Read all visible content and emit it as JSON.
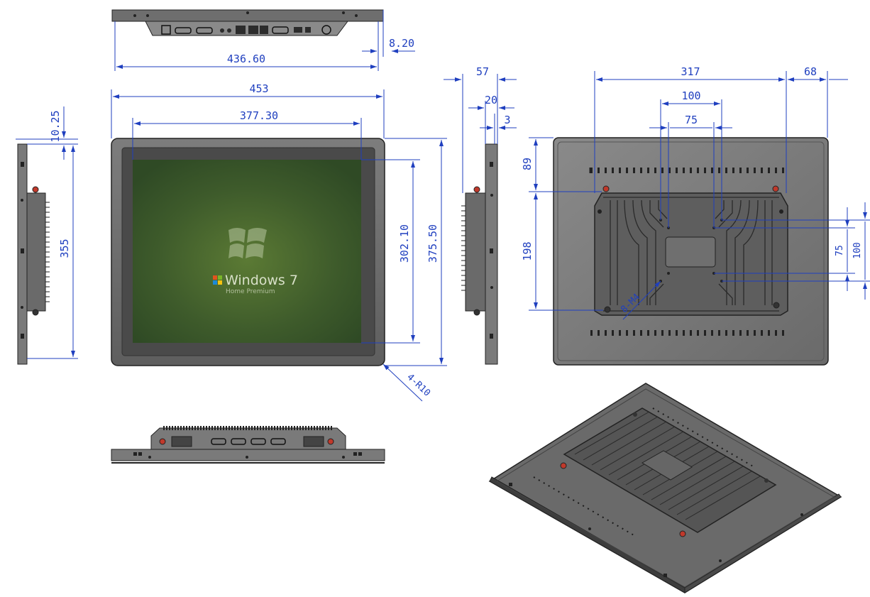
{
  "screen": {
    "logo_text": "Windows 7",
    "logo_edition": "Home Premium"
  },
  "dimensions": {
    "top_depth": "8.20",
    "top_width": "436.60",
    "overall_width": "453",
    "display_width": "377.30",
    "display_height": "302.10",
    "overall_height": "375.50",
    "side_offset": "10.25",
    "side_height": "355",
    "corner_radius": "4-R10",
    "side_depth": "57",
    "side_inner": "20",
    "side_bezel": "3",
    "back_span": "317",
    "back_margin": "68",
    "vesa_100_h": "100",
    "vesa_75_h": "75",
    "back_top": "89",
    "back_mid": "198",
    "vesa_75_v": "75",
    "vesa_100_v": "100",
    "mount_holes": "8-M4"
  },
  "colors": {
    "dimension": "#1f3fbf",
    "metal": "#6c6c6c",
    "screen": "#3d5a2c",
    "bezel": "#5a5a5a"
  }
}
